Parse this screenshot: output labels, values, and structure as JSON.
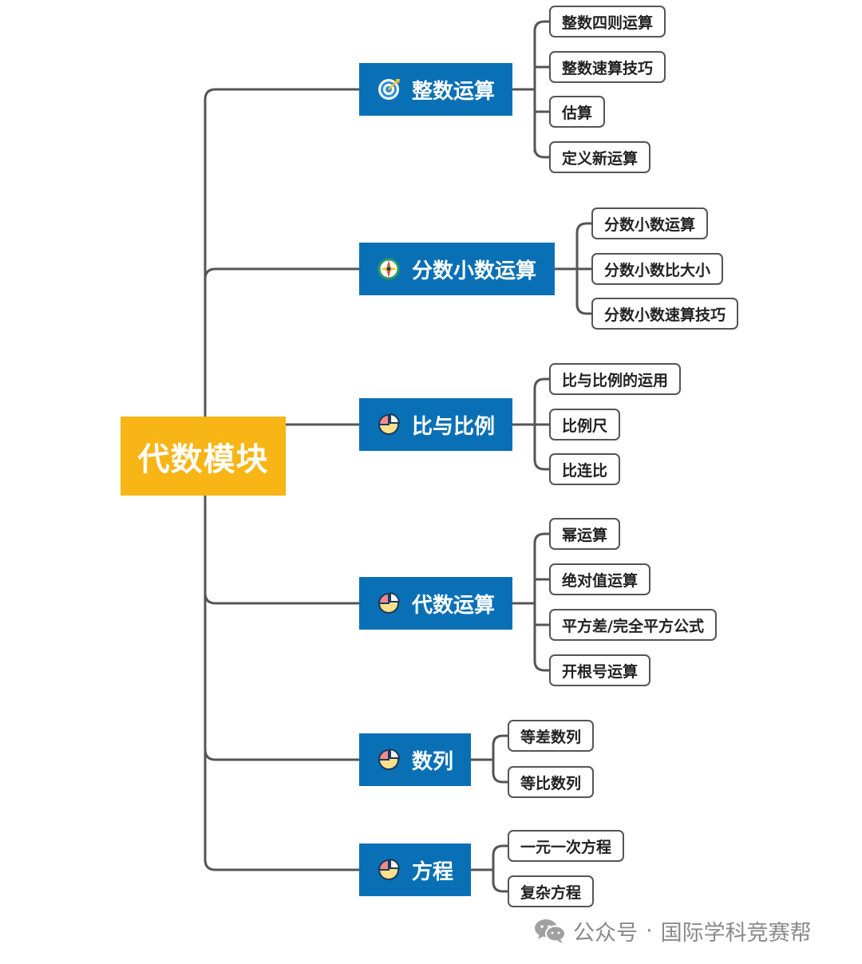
{
  "root": {
    "label": "代数模块"
  },
  "branches": [
    {
      "label": "整数运算",
      "icon": "target-icon",
      "children": [
        "整数四则运算",
        "整数速算技巧",
        "估算",
        "定义新运算"
      ]
    },
    {
      "label": "分数小数运算",
      "icon": "compass-icon",
      "children": [
        "分数小数运算",
        "分数小数比大小",
        "分数小数速算技巧"
      ]
    },
    {
      "label": "比与比例",
      "icon": "pie-chart-icon",
      "children": [
        "比与比例的运用",
        "比例尺",
        "比连比"
      ]
    },
    {
      "label": "代数运算",
      "icon": "pie-chart-icon",
      "children": [
        "幂运算",
        "绝对值运算",
        "平方差/完全平方公式",
        "开根号运算"
      ]
    },
    {
      "label": "数列",
      "icon": "pie-chart-icon",
      "children": [
        "等差数列",
        "等比数列"
      ]
    },
    {
      "label": "方程",
      "icon": "pie-chart-icon",
      "children": [
        "一元一次方程",
        "复杂方程"
      ]
    }
  ],
  "watermark": {
    "prefix": "公众号",
    "separator": "·",
    "name": "国际学科竞赛帮"
  },
  "colors": {
    "root": "#f7b516",
    "branch": "#0a70b6",
    "line": "#555555"
  }
}
